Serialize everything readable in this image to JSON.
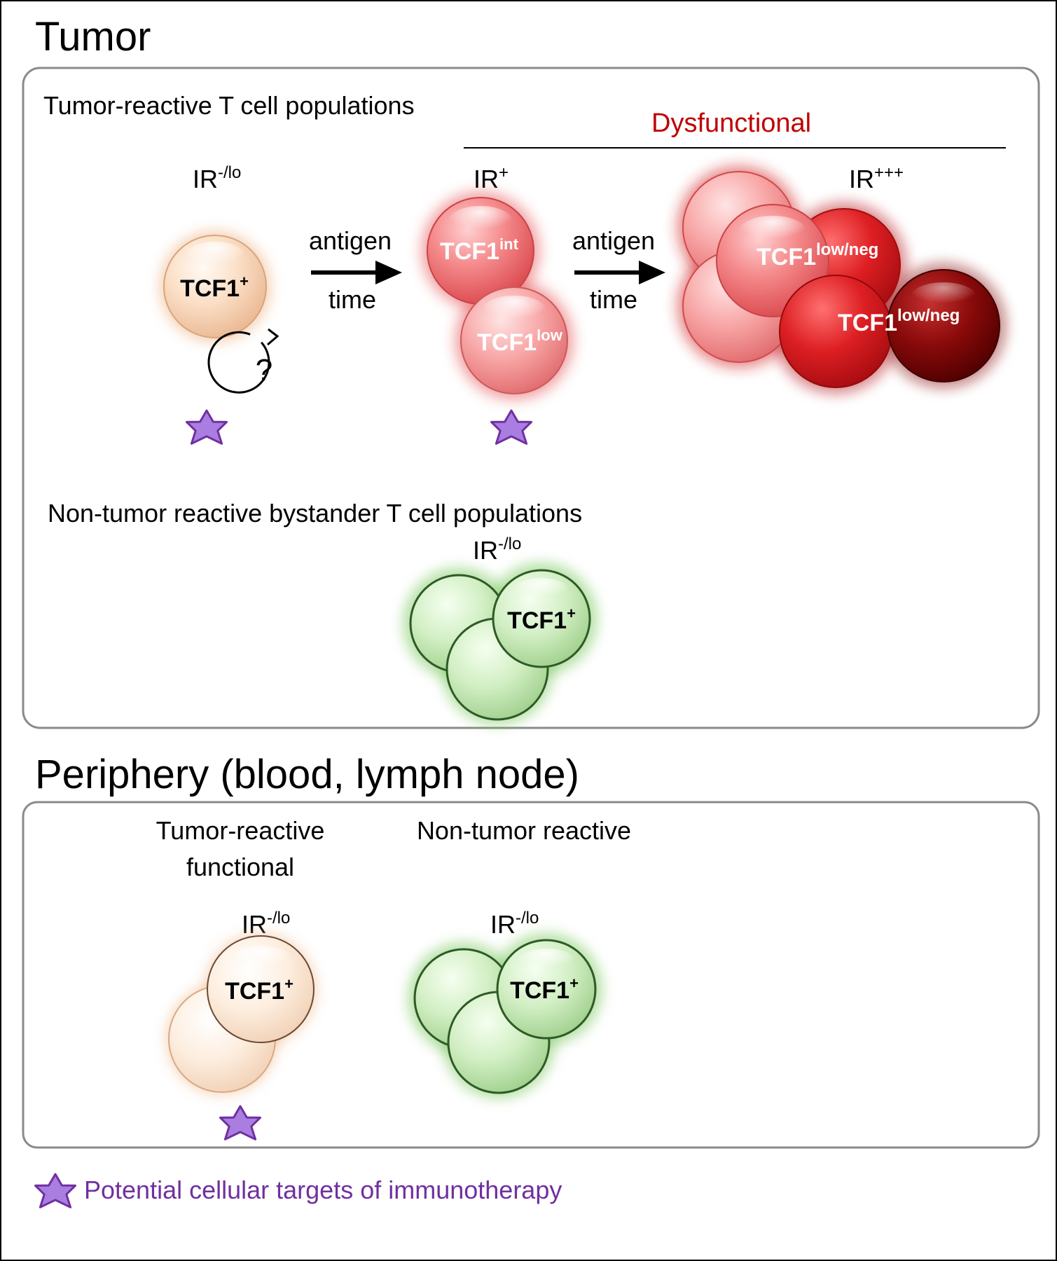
{
  "tumor": {
    "heading": "Tumor",
    "reactive_title": "Tumor-reactive T cell populations",
    "dysfunctional": "Dysfunctional",
    "ir_lo": "IR",
    "ir_lo_sup": "-/lo",
    "ir_plus": "IR",
    "ir_plus_sup": "+",
    "ir_ppp": "IR",
    "ir_ppp_sup": "+++",
    "arrow1_top": "antigen",
    "arrow1_bottom": "time",
    "arrow2_top": "antigen",
    "arrow2_bottom": "time",
    "cell_tcf1": "TCF1",
    "cell_tcf1_sup": "+",
    "self_renew_mark": "?",
    "cell_int": "TCF1",
    "cell_int_sup": "int",
    "cell_low": "TCF1",
    "cell_low_sup": "low",
    "cell_lowneg_a": "TCF1",
    "cell_lowneg_a_sup": "low/neg",
    "cell_lowneg_b": "TCF1",
    "cell_lowneg_b_sup": "low/neg",
    "bystander_title": "Non-tumor reactive bystander T cell populations",
    "bystander_ir": "IR",
    "bystander_ir_sup": "-/lo",
    "bystander_cell": "TCF1",
    "bystander_cell_sup": "+"
  },
  "periphery": {
    "heading": "Periphery (blood, lymph node)",
    "col1_line1": "Tumor-reactive",
    "col1_line2": "functional",
    "col2_title": "Non-tumor reactive",
    "col1_ir": "IR",
    "col1_ir_sup": "-/lo",
    "col2_ir": "IR",
    "col2_ir_sup": "-/lo",
    "col1_cell": "TCF1",
    "col1_cell_sup": "+",
    "col2_cell": "TCF1",
    "col2_cell_sup": "+"
  },
  "legend": {
    "text": "Potential cellular targets of immunotherapy"
  },
  "colors": {
    "red_label": "#c00000",
    "purple": "#7030a0",
    "star_fill": "#a97ee0",
    "peach": "#f6c9a4",
    "pink": "#f48a8c",
    "red": "#e23a3a",
    "dark_red": "#8a0a0a",
    "green": "#c8eab8"
  }
}
